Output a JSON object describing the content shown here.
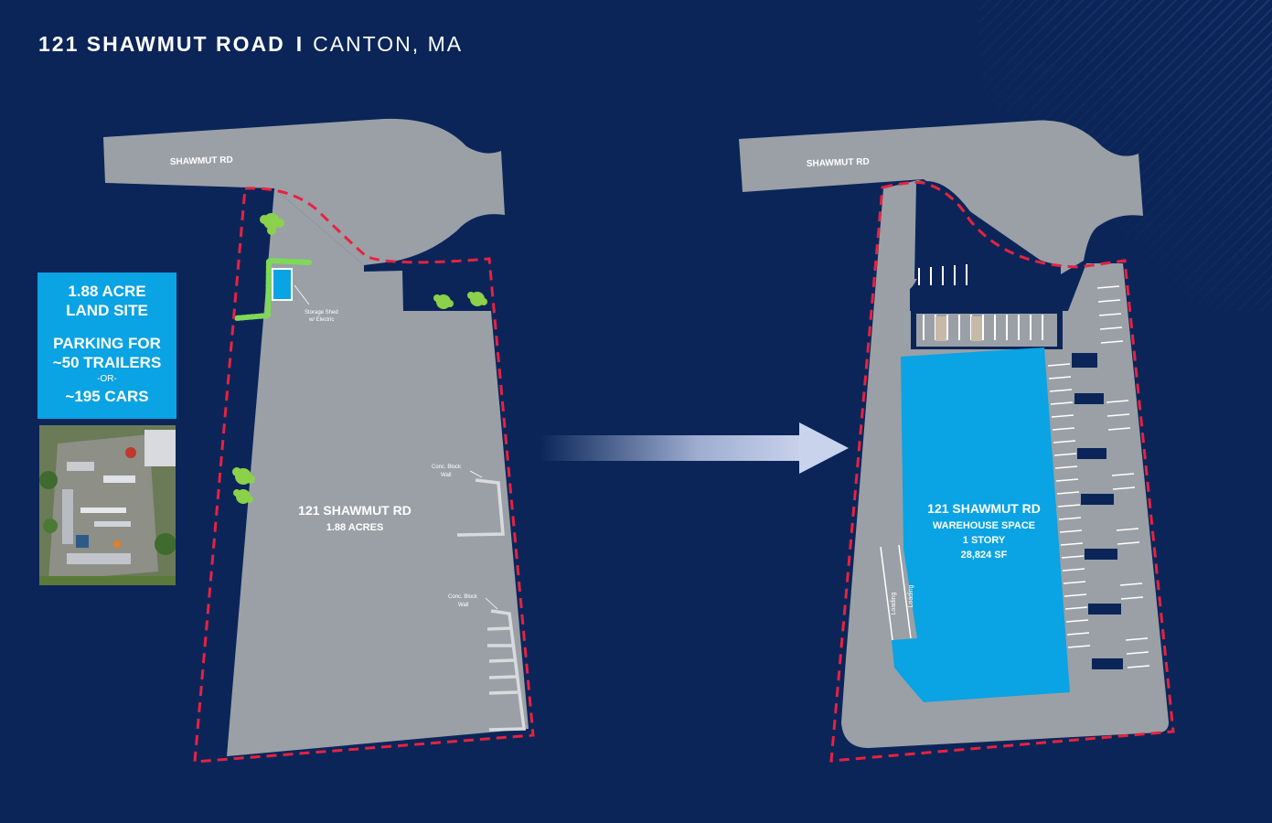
{
  "header": {
    "address": "121 SHAWMUT ROAD",
    "separator": "I",
    "city": "CANTON, MA"
  },
  "info": {
    "acreage_line1": "1.88 ACRE",
    "acreage_line2": "LAND SITE",
    "parking_line1": "PARKING FOR",
    "parking_line2": "~50 TRAILERS",
    "or": "-OR-",
    "cars": "~195 CARS"
  },
  "left_map": {
    "street": "SHAWMUT RD",
    "site_name": "121 SHAWMUT RD",
    "site_acres": "1.88 ACRES",
    "shed_line1": "Storage Shed",
    "shed_line2": "w/ Electric",
    "wall1_line1": "Conc. Block",
    "wall1_line2": "Wall",
    "wall2_line1": "Conc. Block",
    "wall2_line2": "Wall"
  },
  "right_map": {
    "street": "SHAWMUT RD",
    "building_name": "121 SHAWMUT RD",
    "building_use": "WAREHOUSE SPACE",
    "building_stories": "1 STORY",
    "building_area": "28,824 SF",
    "loading1": "Loading",
    "loading2": "Loading"
  },
  "colors": {
    "background": "#0b2559",
    "pavement": "#9aa0a6",
    "boundary": "#e8223f",
    "building": "#0aa3e3",
    "info_box": "#0aa3e3",
    "landscape": "#7ed957"
  }
}
